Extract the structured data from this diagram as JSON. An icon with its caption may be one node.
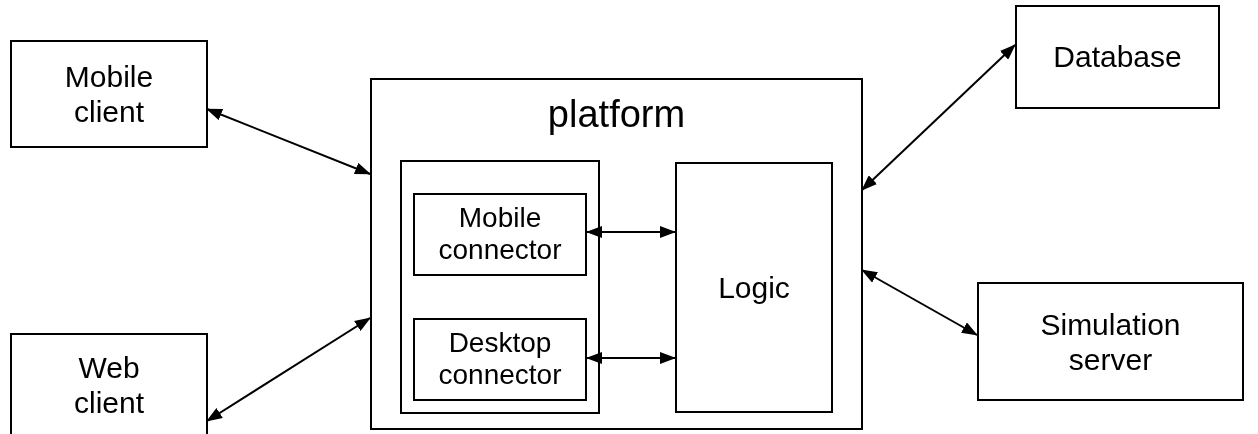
{
  "diagram": {
    "nodes": [
      {
        "text": [
          "Mobile client"
        ]
      },
      {
        "text": [
          "Web client"
        ]
      },
      {
        "text": [
          "platform"
        ]
      },
      {
        "text": [],
        "shape": "box",
        "in": 2
      },
      {
        "text": [
          "Mobile connector"
        ],
        "in": 3
      },
      {
        "text": [
          "Desktop connector"
        ],
        "in": 3
      },
      {
        "text": [
          "Logic"
        ],
        "in": 2
      },
      {
        "text": [
          "Database"
        ]
      },
      {
        "text": [
          "Simulation server"
        ]
      }
    ],
    "edges": [
      {
        "from": 0,
        "to": 2,
        "arrow": "both"
      },
      {
        "from": 1,
        "to": 2,
        "arrow": "both"
      },
      {
        "from": 7,
        "to": 2,
        "arrow": "both"
      },
      {
        "from": 8,
        "to": 2,
        "arrow": "both"
      },
      {
        "from": 4,
        "to": 6,
        "arrow": "both"
      },
      {
        "from": 5,
        "to": 6,
        "arrow": "both"
      }
    ]
  }
}
